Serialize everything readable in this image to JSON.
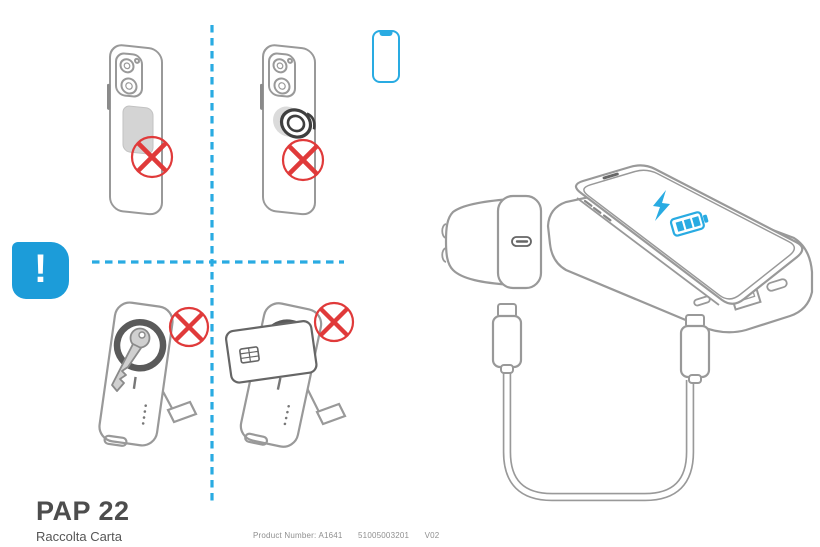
{
  "document": {
    "type": "product-packaging-instruction-sheet",
    "model": "PAP 22",
    "material_note": "Raccolta Carta"
  },
  "badge": {
    "exclamation_mark": "!"
  },
  "fine_print": {
    "product_number": "Product Number: A1641",
    "code": "51005003201",
    "version": "V02"
  },
  "colors": {
    "accent_blue": "#29ABE2",
    "badge_blue": "#1C9CD9",
    "error_red": "#E03A3A",
    "outline_gray": "#999999",
    "fill_gray": "#D4D4D4",
    "footer_text": "#4D4D4D",
    "fine_print_gray": "#8F8F8F"
  },
  "warnings_panel": {
    "items": [
      {
        "icon": "phone-with-adhesive-sticker",
        "crossed_out": true
      },
      {
        "icon": "phone-with-ring-holder",
        "crossed_out": true
      },
      {
        "icon": "powerbank-with-key-on-magnet",
        "crossed_out": true
      },
      {
        "icon": "powerbank-with-card-on-magnet",
        "crossed_out": true
      }
    ]
  },
  "charging_panel": {
    "items": [
      {
        "icon": "usb-c-wall-charger"
      },
      {
        "icon": "powerbank-wireless-charging-phone"
      },
      {
        "icon": "usb-c-to-usb-c-cable"
      }
    ]
  }
}
